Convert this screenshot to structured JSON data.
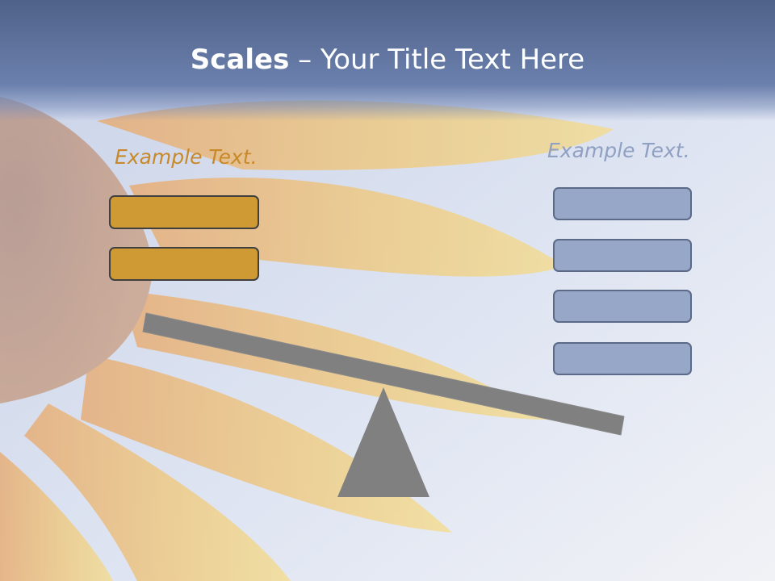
{
  "title": {
    "bold": "Scales",
    "rest": " – Your Title Text Here"
  },
  "left": {
    "label": "Example Text.",
    "color": "#c8892a",
    "box_color": "#cf9a33",
    "box_count": 2
  },
  "right": {
    "label": "Example Text.",
    "color": "#8fa0c2",
    "box_color": "#96a7c8",
    "box_count": 4
  },
  "scale": {
    "color": "#808080",
    "tilt": "down-right"
  }
}
